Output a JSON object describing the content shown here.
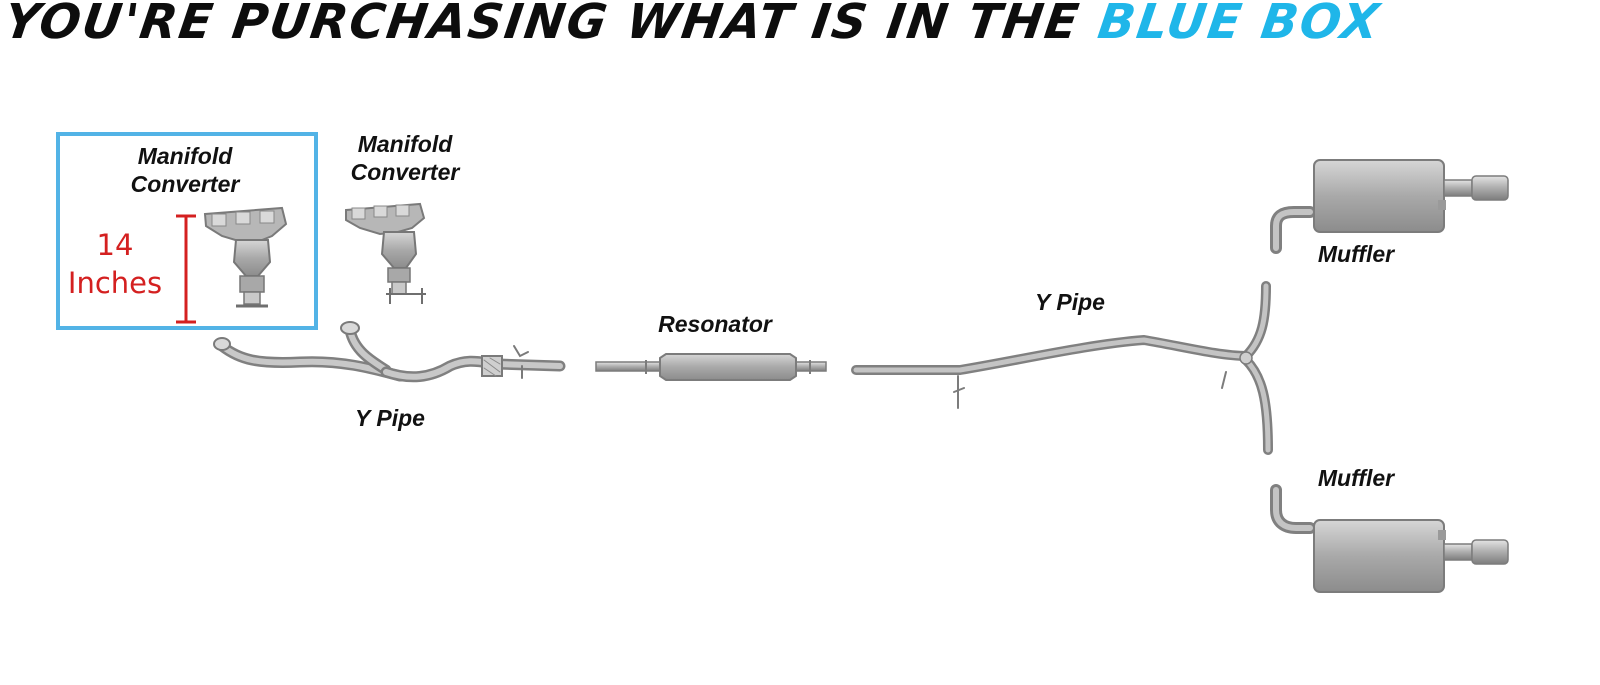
{
  "headline": {
    "main": "YOU'RE PURCHASING WHAT IS IN THE",
    "highlight": "BLUE BOX",
    "highlight_color": "#1fb6e9"
  },
  "labels": {
    "manifold_in_box_line1": "Manifold",
    "manifold_in_box_line2": "Converter",
    "manifold_outside_line1": "Manifold",
    "manifold_outside_line2": "Converter",
    "y_pipe_front": "Y Pipe",
    "resonator": "Resonator",
    "y_pipe_rear": "Y Pipe",
    "muffler_top": "Muffler",
    "muffler_bottom": "Muffler"
  },
  "measurement": {
    "value": "14",
    "unit": "Inches",
    "color": "#d42020"
  },
  "box_color": "#52b3e6"
}
